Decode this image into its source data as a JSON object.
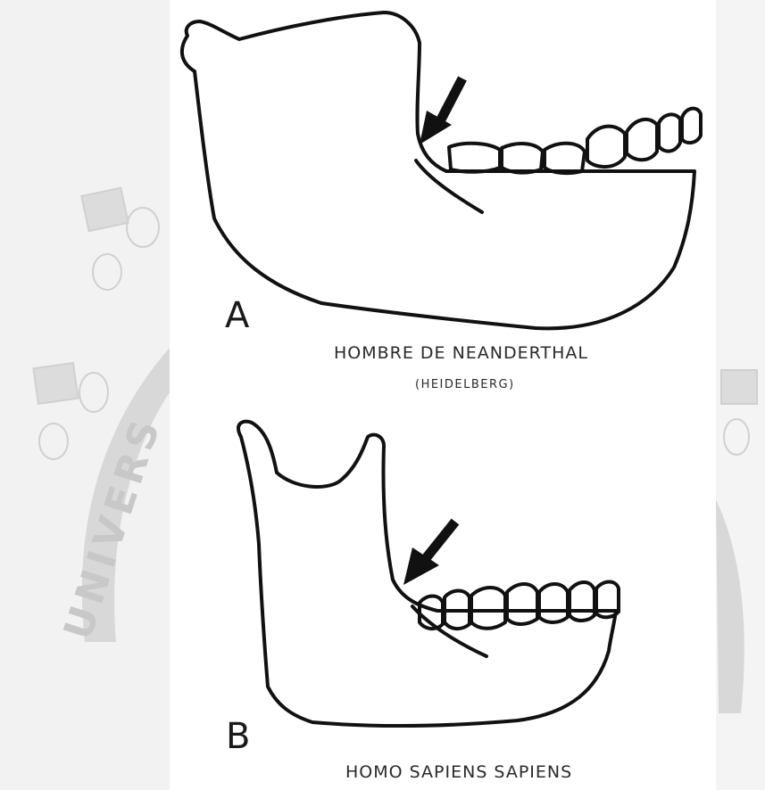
{
  "panels": [
    {
      "letter": "A",
      "caption": "HOMBRE DE NEANDERTHAL",
      "subcaption": "(HEIDELBERG)"
    },
    {
      "letter": "B",
      "caption": "HOMO SAPIENS SAPIENS"
    }
  ],
  "watermark": {
    "text": "UNIVERS"
  },
  "colors": {
    "line": "#111111",
    "text": "#2a2a2a",
    "watermark": "#d9d9d9"
  }
}
